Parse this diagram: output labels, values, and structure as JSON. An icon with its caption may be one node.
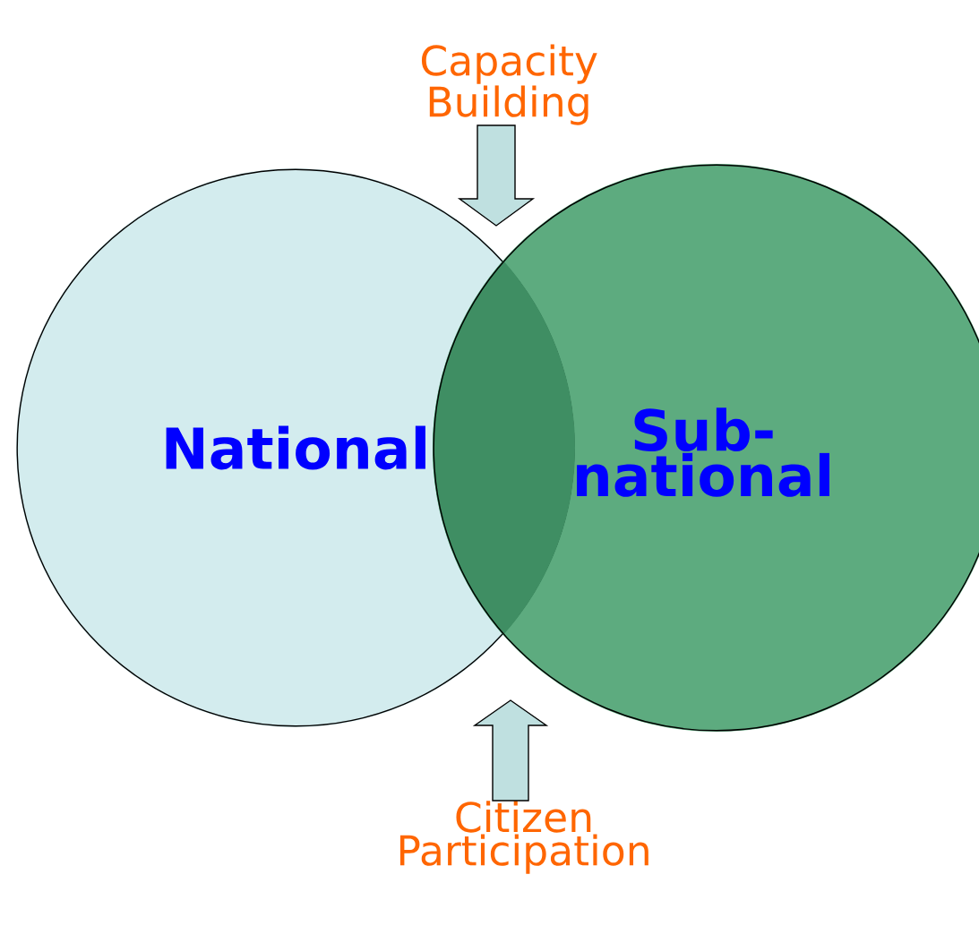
{
  "diagram": {
    "nodes": [
      {
        "text": [
          "National"
        ]
      },
      {
        "text": [
          "Sub- national"
        ]
      },
      {
        "text": [
          "Capacity Building"
        ]
      },
      {
        "text": [
          "Citizen Participation"
        ]
      }
    ],
    "edges": [
      {
        "from": 2,
        "to": null,
        "arrow": "to"
      },
      {
        "from": 3,
        "to": null,
        "arrow": "to"
      }
    ]
  }
}
